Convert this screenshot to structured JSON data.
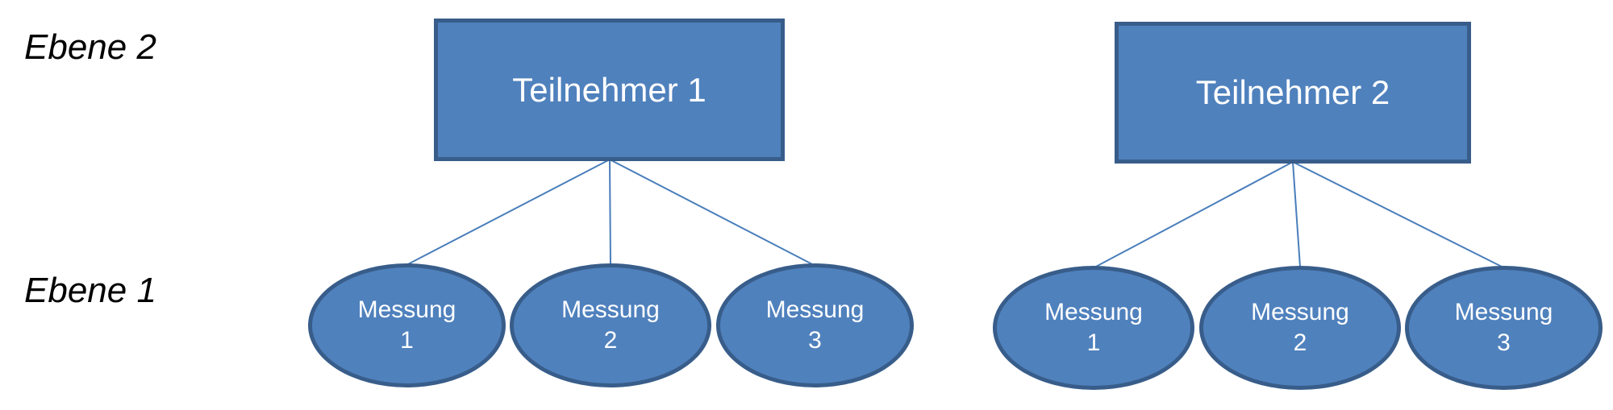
{
  "diagram": {
    "levels": [
      {
        "label": "Ebene 2"
      },
      {
        "label": "Ebene 1"
      }
    ],
    "groups": [
      {
        "parent": {
          "label": "Teilnehmer 1"
        },
        "children": [
          {
            "line1": "Messung",
            "line2": "1"
          },
          {
            "line1": "Messung",
            "line2": "2"
          },
          {
            "line1": "Messung",
            "line2": "3"
          }
        ]
      },
      {
        "parent": {
          "label": "Teilnehmer 2"
        },
        "children": [
          {
            "line1": "Messung",
            "line2": "1"
          },
          {
            "line1": "Messung",
            "line2": "2"
          },
          {
            "line1": "Messung",
            "line2": "3"
          }
        ]
      }
    ],
    "colors": {
      "shape_fill": "#4F81BD",
      "shape_border": "#385D8A",
      "connector": "#4A7EBB",
      "shape_text": "#FFFFFF",
      "label_text": "#000000",
      "background": "#FFFFFF"
    }
  }
}
